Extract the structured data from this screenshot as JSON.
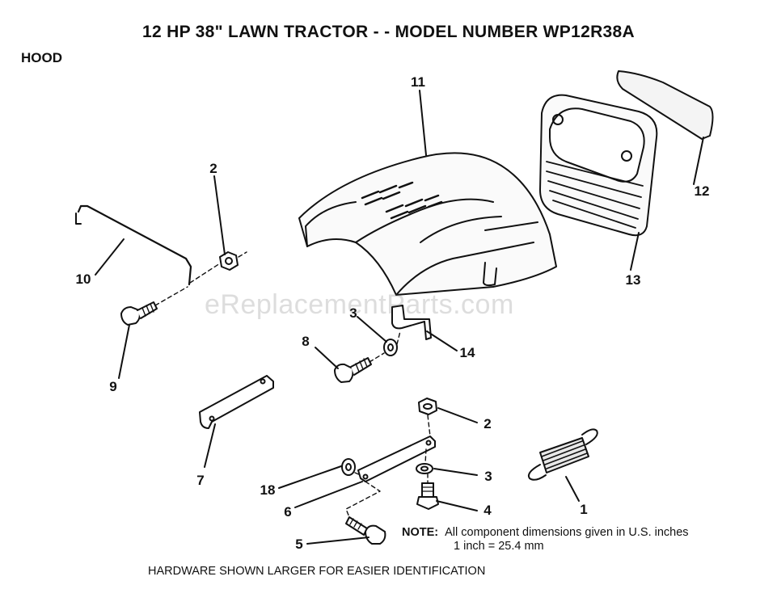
{
  "title": "12 HP 38\" LAWN TRACTOR - - MODEL NUMBER WP12R38A",
  "section": "HOOD",
  "watermark": "eReplacementParts.com",
  "callouts": {
    "c1": "1",
    "c2a": "2",
    "c2b": "2",
    "c3a": "3",
    "c3b": "3",
    "c4": "4",
    "c5": "5",
    "c6": "6",
    "c7": "7",
    "c8": "8",
    "c9": "9",
    "c10": "10",
    "c11": "11",
    "c12": "12",
    "c13": "13",
    "c14": "14",
    "c18": "18"
  },
  "note": {
    "label": "NOTE:",
    "line1": "All component dimensions given in U.S. inches",
    "line2": "1 inch = 25.4 mm"
  },
  "footer": "HARDWARE SHOWN LARGER FOR EASIER IDENTIFICATION"
}
